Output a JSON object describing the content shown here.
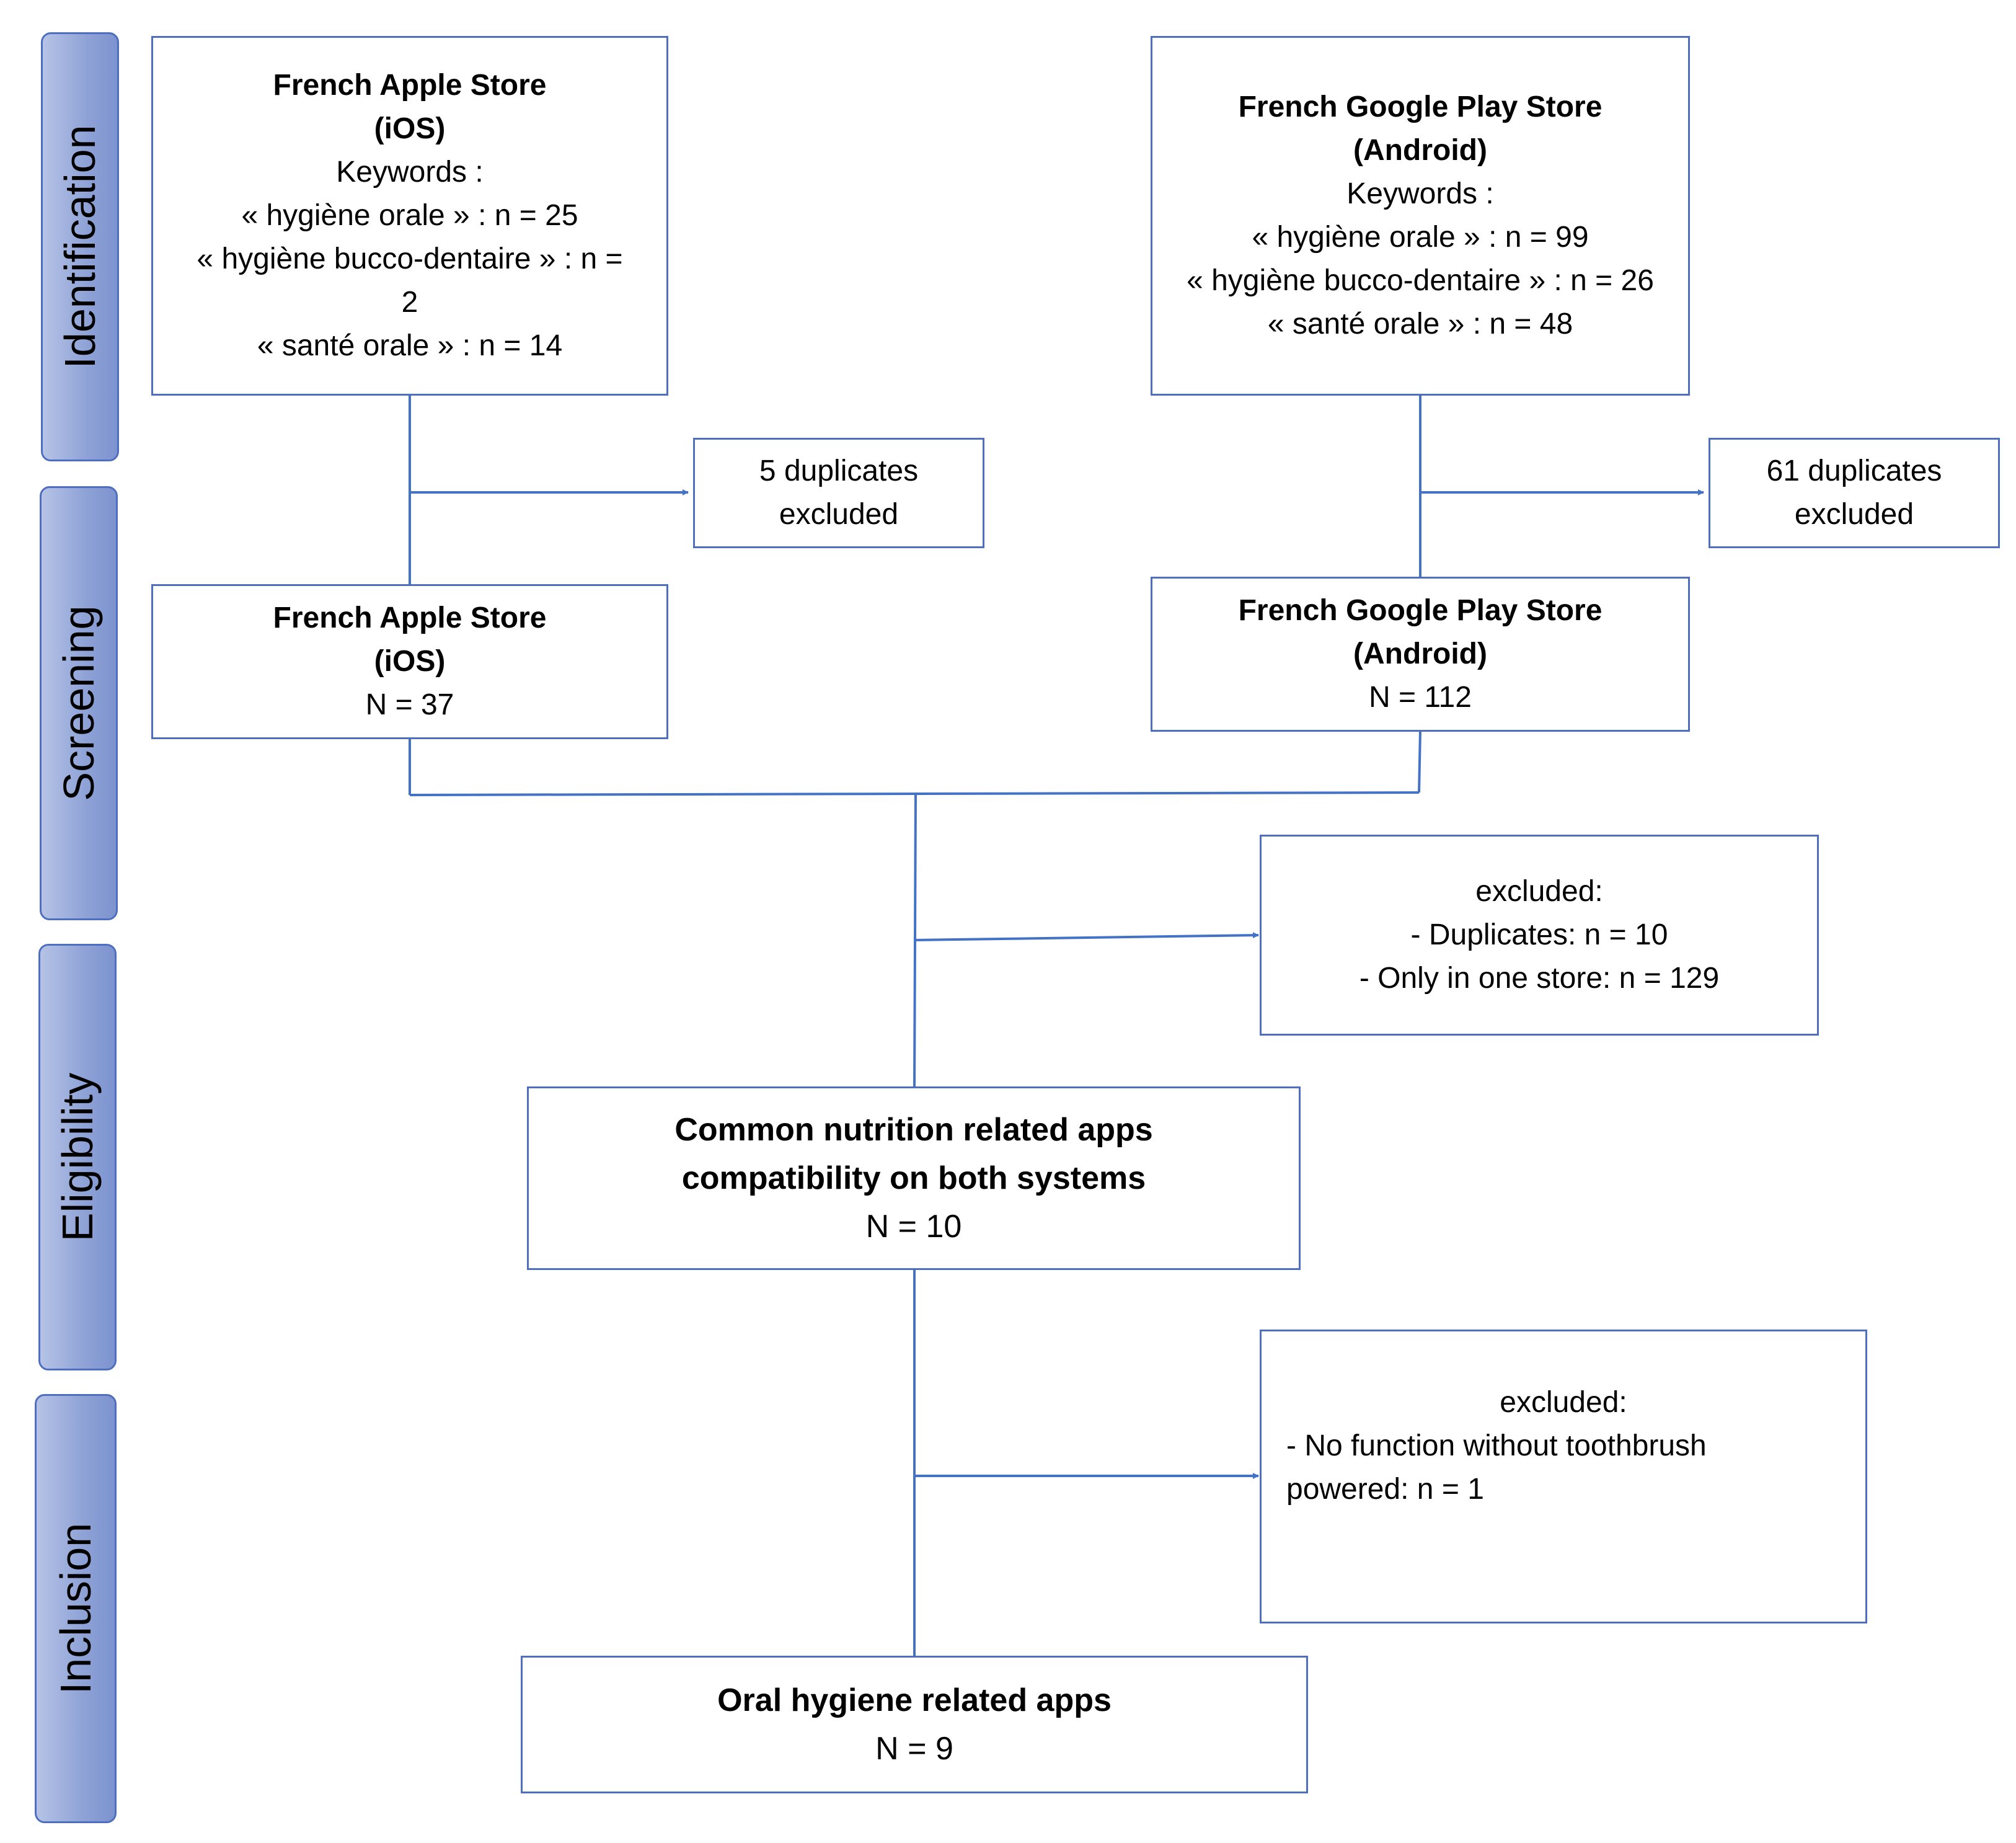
{
  "stages": {
    "identification": "Identification",
    "screening": "Screening",
    "eligibility": "Eligibility",
    "inclusion": "Inclusion"
  },
  "apple_search": {
    "title": "French Apple Store",
    "subtitle": "(iOS)",
    "keywords_label": "Keywords :",
    "line1": "« hygiène orale » : n = 25",
    "line2": "« hygiène bucco-dentaire » : n =",
    "line3": "2",
    "line4": "« santé orale » : n = 14"
  },
  "google_search": {
    "title": "French Google Play Store",
    "subtitle": "(Android)",
    "keywords_label": "Keywords :",
    "line1": "« hygiène orale » : n = 99",
    "line2": "« hygiène bucco-dentaire » : n = 26",
    "line3": "« santé orale » : n = 48"
  },
  "apple_dup": {
    "line1": "5 duplicates",
    "line2": "excluded"
  },
  "google_dup": {
    "line1": "61 duplicates",
    "line2": "excluded"
  },
  "apple_screen": {
    "title": "French Apple Store",
    "subtitle": "(iOS)",
    "count": "N = 37"
  },
  "google_screen": {
    "title": "French Google Play Store",
    "subtitle": "(Android)",
    "count": "N = 112"
  },
  "excluded_1": {
    "title": "excluded:",
    "line1": "- Duplicates: n = 10",
    "line2": "- Only in one store: n = 129"
  },
  "common": {
    "line1": "Common nutrition related apps",
    "line2": "compatibility on both systems",
    "count": "N = 10"
  },
  "excluded_2": {
    "title": "excluded:",
    "line1": "- No function without  toothbrush",
    "line2": "powered: n = 1"
  },
  "final": {
    "title": "Oral hygiene  related apps",
    "count": "N = 9"
  },
  "colors": {
    "line": "#4472c4",
    "box_border": "#4f6fbe",
    "stage_fill": "#8ea2d6"
  }
}
